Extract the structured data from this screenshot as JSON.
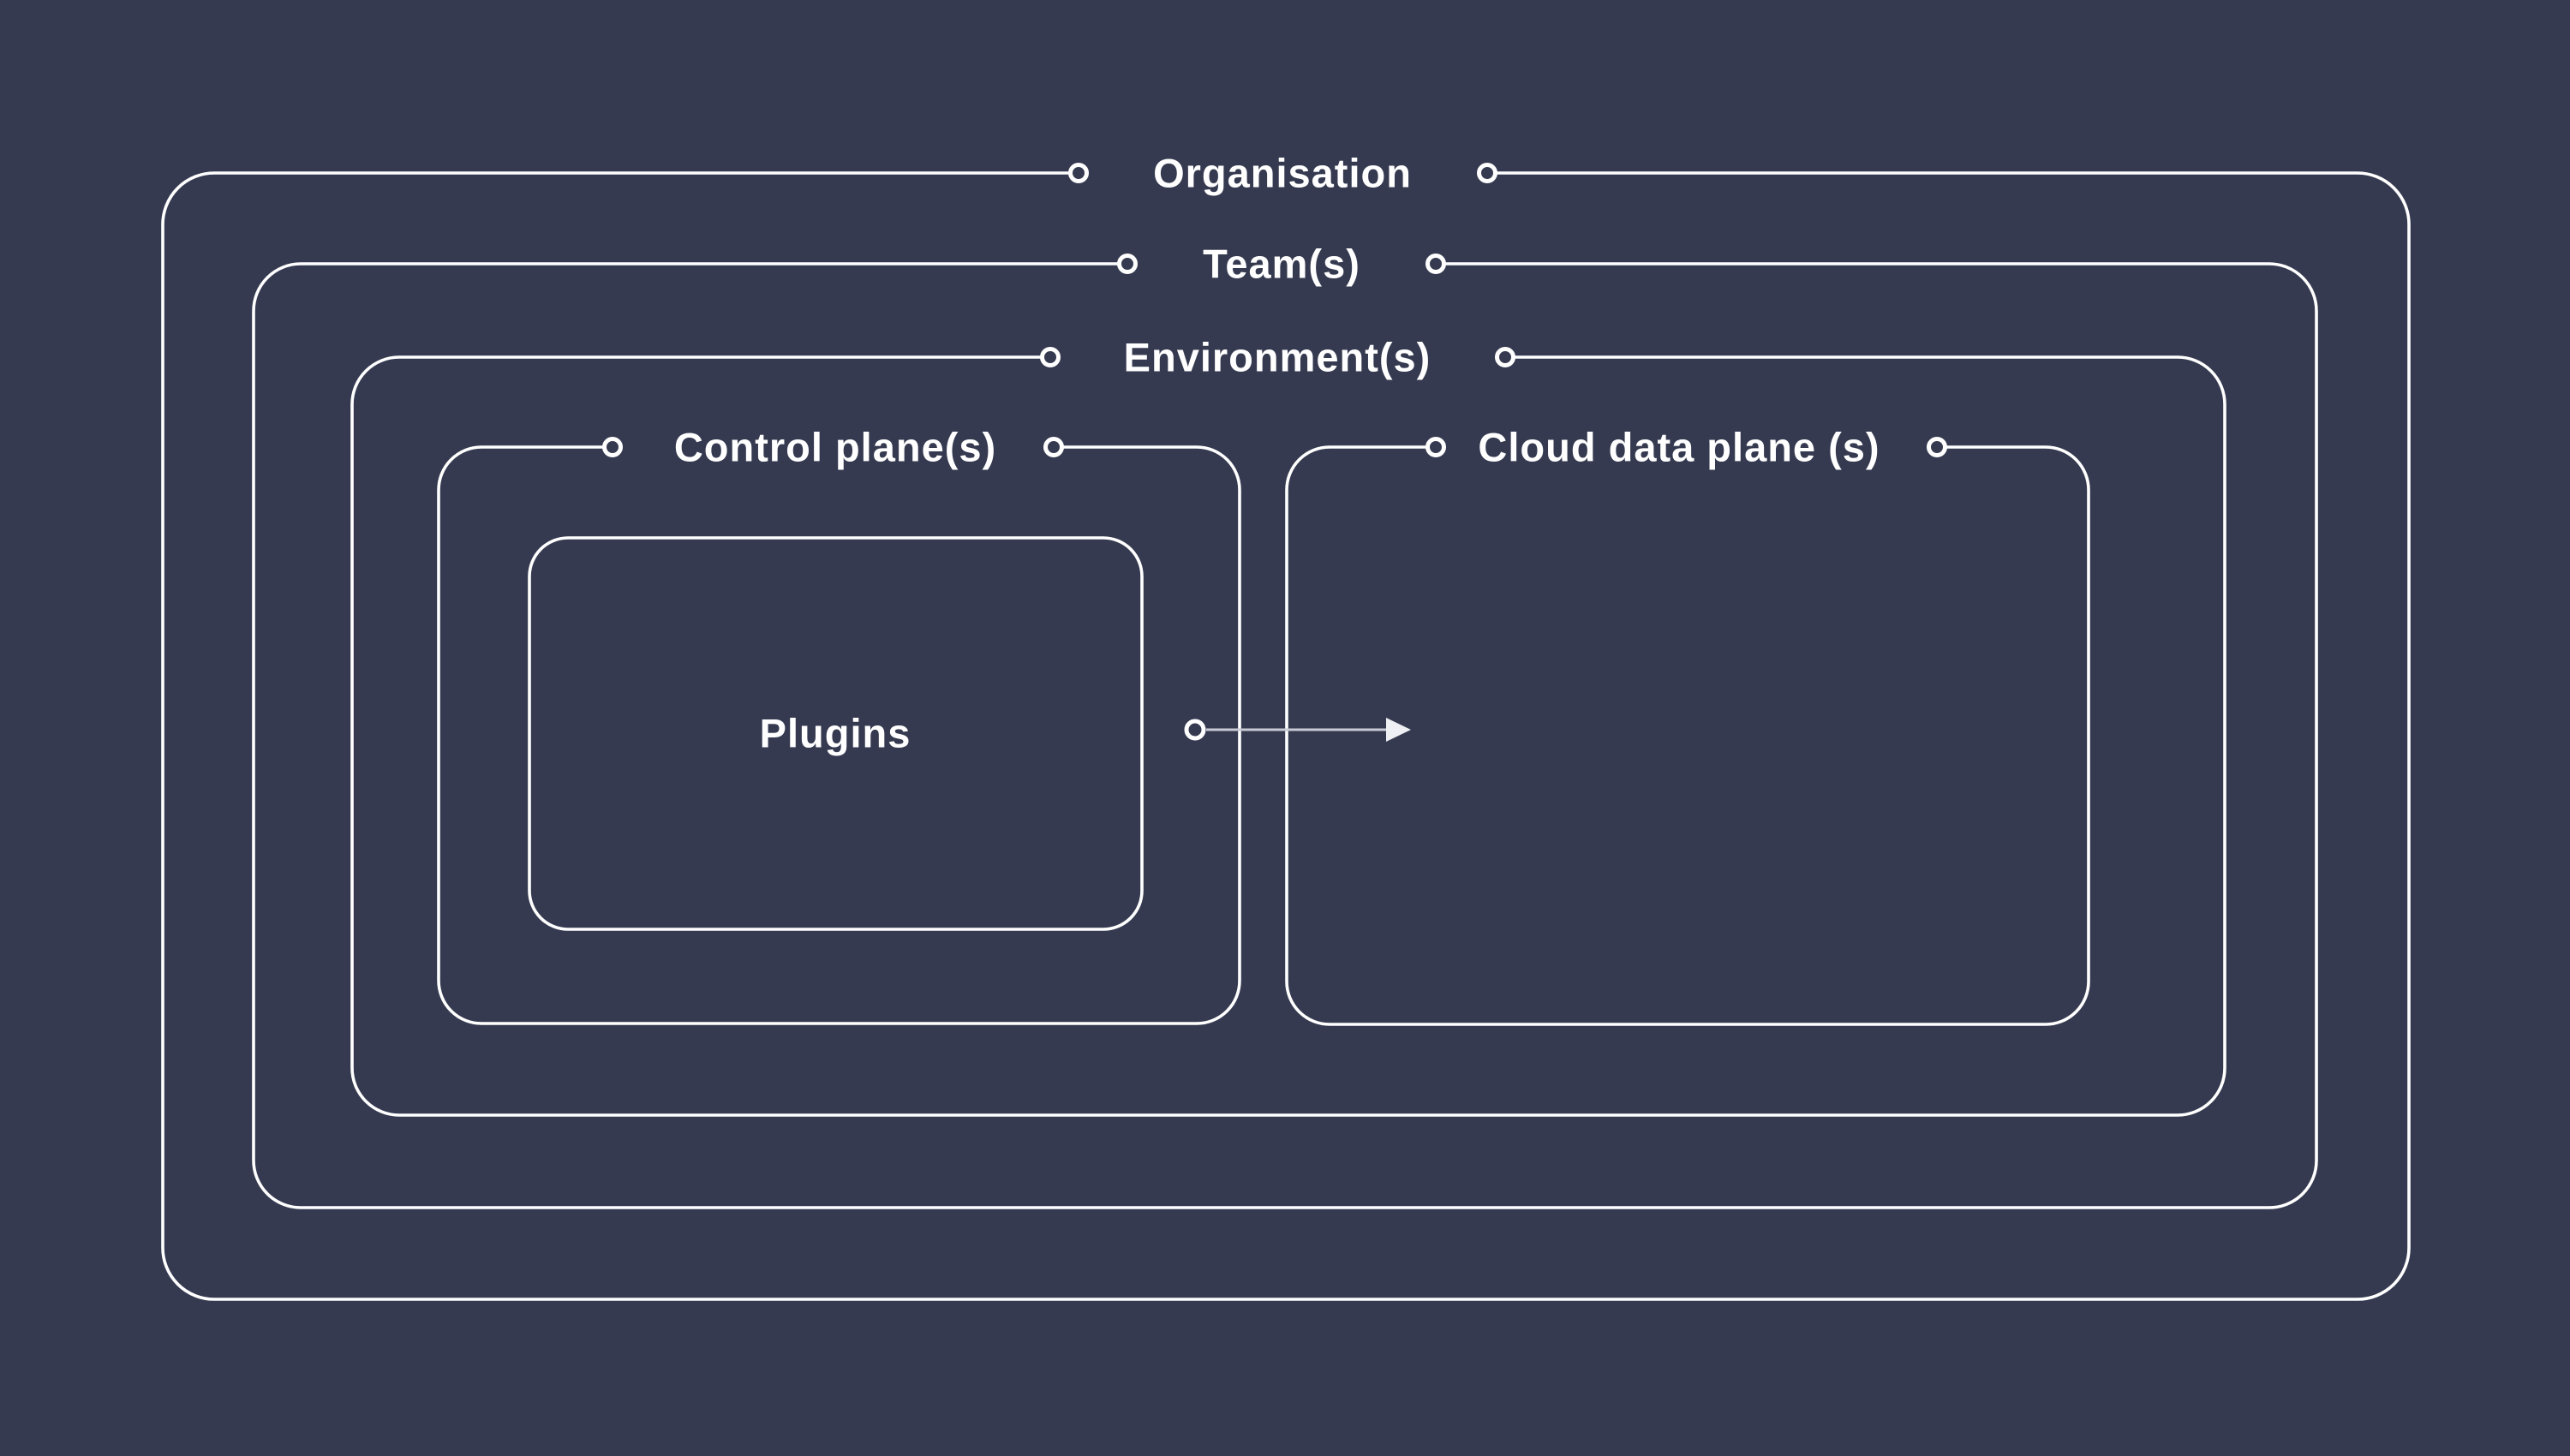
{
  "labels": {
    "organisation": "Organisation",
    "teams": "Team(s)",
    "environments": "Environment(s)",
    "control_planes": "Control plane(s)",
    "cloud_data_planes": "Cloud data plane (s)",
    "plugins": "Plugins"
  },
  "colors": {
    "background": "#353a50",
    "line": "#ffffff",
    "arrow_line": "#c8cad4",
    "arrow_head": "#eef0f4"
  },
  "icons": {
    "connector_dot": "small hollow circle at line break",
    "arrow_head": "right-pointing solid triangle"
  }
}
